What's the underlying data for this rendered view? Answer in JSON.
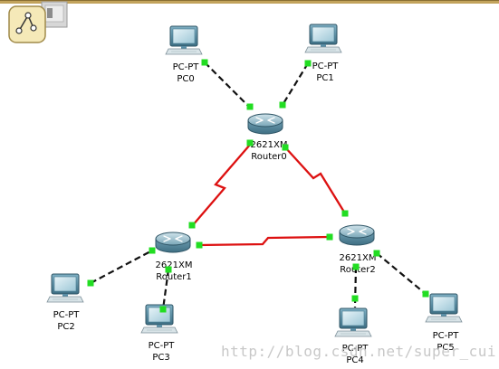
{
  "workspace": {
    "logical_icon": "cluster-diagram-icon",
    "watermark": "http://blog.csdn.net/super_cui"
  },
  "colors": {
    "serial_link": "#dd1111",
    "ethernet_link": "#111111",
    "link_up_port": "#22dd22",
    "router_body": "#6d9db0",
    "pc_monitor": "#5a8ea6",
    "top_accent": "#c2a35c"
  },
  "devices": {
    "pc0": {
      "model": "PC-PT",
      "name": "PC0"
    },
    "pc1": {
      "model": "PC-PT",
      "name": "PC1"
    },
    "pc2": {
      "model": "PC-PT",
      "name": "PC2"
    },
    "pc3": {
      "model": "PC-PT",
      "name": "PC3"
    },
    "pc4": {
      "model": "PC-PT",
      "name": "PC4"
    },
    "pc5": {
      "model": "PC-PT",
      "name": "PC5"
    },
    "router0": {
      "model": "2621XM",
      "name": "Router0"
    },
    "router1": {
      "model": "2621XM",
      "name": "Router1"
    },
    "router2": {
      "model": "2621XM",
      "name": "Router2"
    }
  }
}
